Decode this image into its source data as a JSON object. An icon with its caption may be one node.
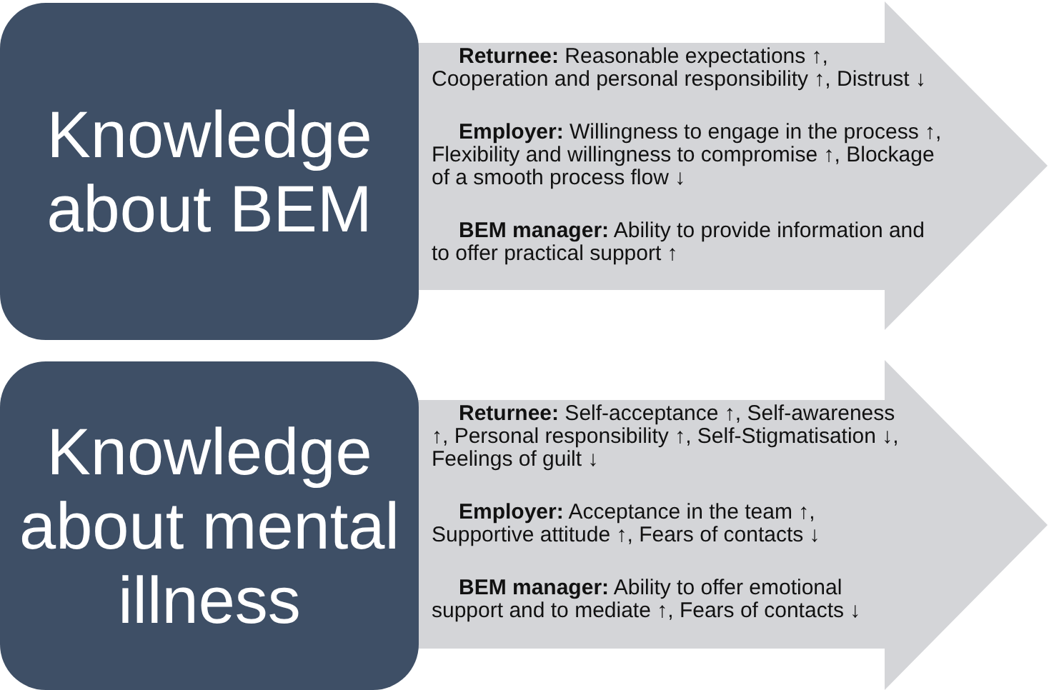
{
  "diagram": {
    "nodes": [
      {
        "text": [
          "Knowledge about BEM"
        ]
      },
      {
        "text": [
          "**Returnee:** Reasonable expectations ↑, Cooperation and personal responsibility ↑, Distrust ↓",
          "**Employer:** Willingness to engage in the process ↑, Flexibility and willingness to compromise ↑, Blockage of a smooth process flow ↓",
          "**BEM manager:** Ability to provide information and to offer practical support ↑"
        ]
      },
      {
        "text": [
          "Knowledge about mental illness"
        ]
      },
      {
        "text": [
          "**Returnee:** Self-acceptance ↑, Self-awareness ↑, Personal responsibility ↑, Self-Stigmatisation ↓, Feelings of guilt ↓",
          "**Employer:** Acceptance in the team ↑, Supportive attitude ↑, Fears of contacts ↓",
          "**BEM manager:** Ability to offer emotional support and to mediate ↑, Fears of contacts ↓"
        ]
      }
    ]
  }
}
